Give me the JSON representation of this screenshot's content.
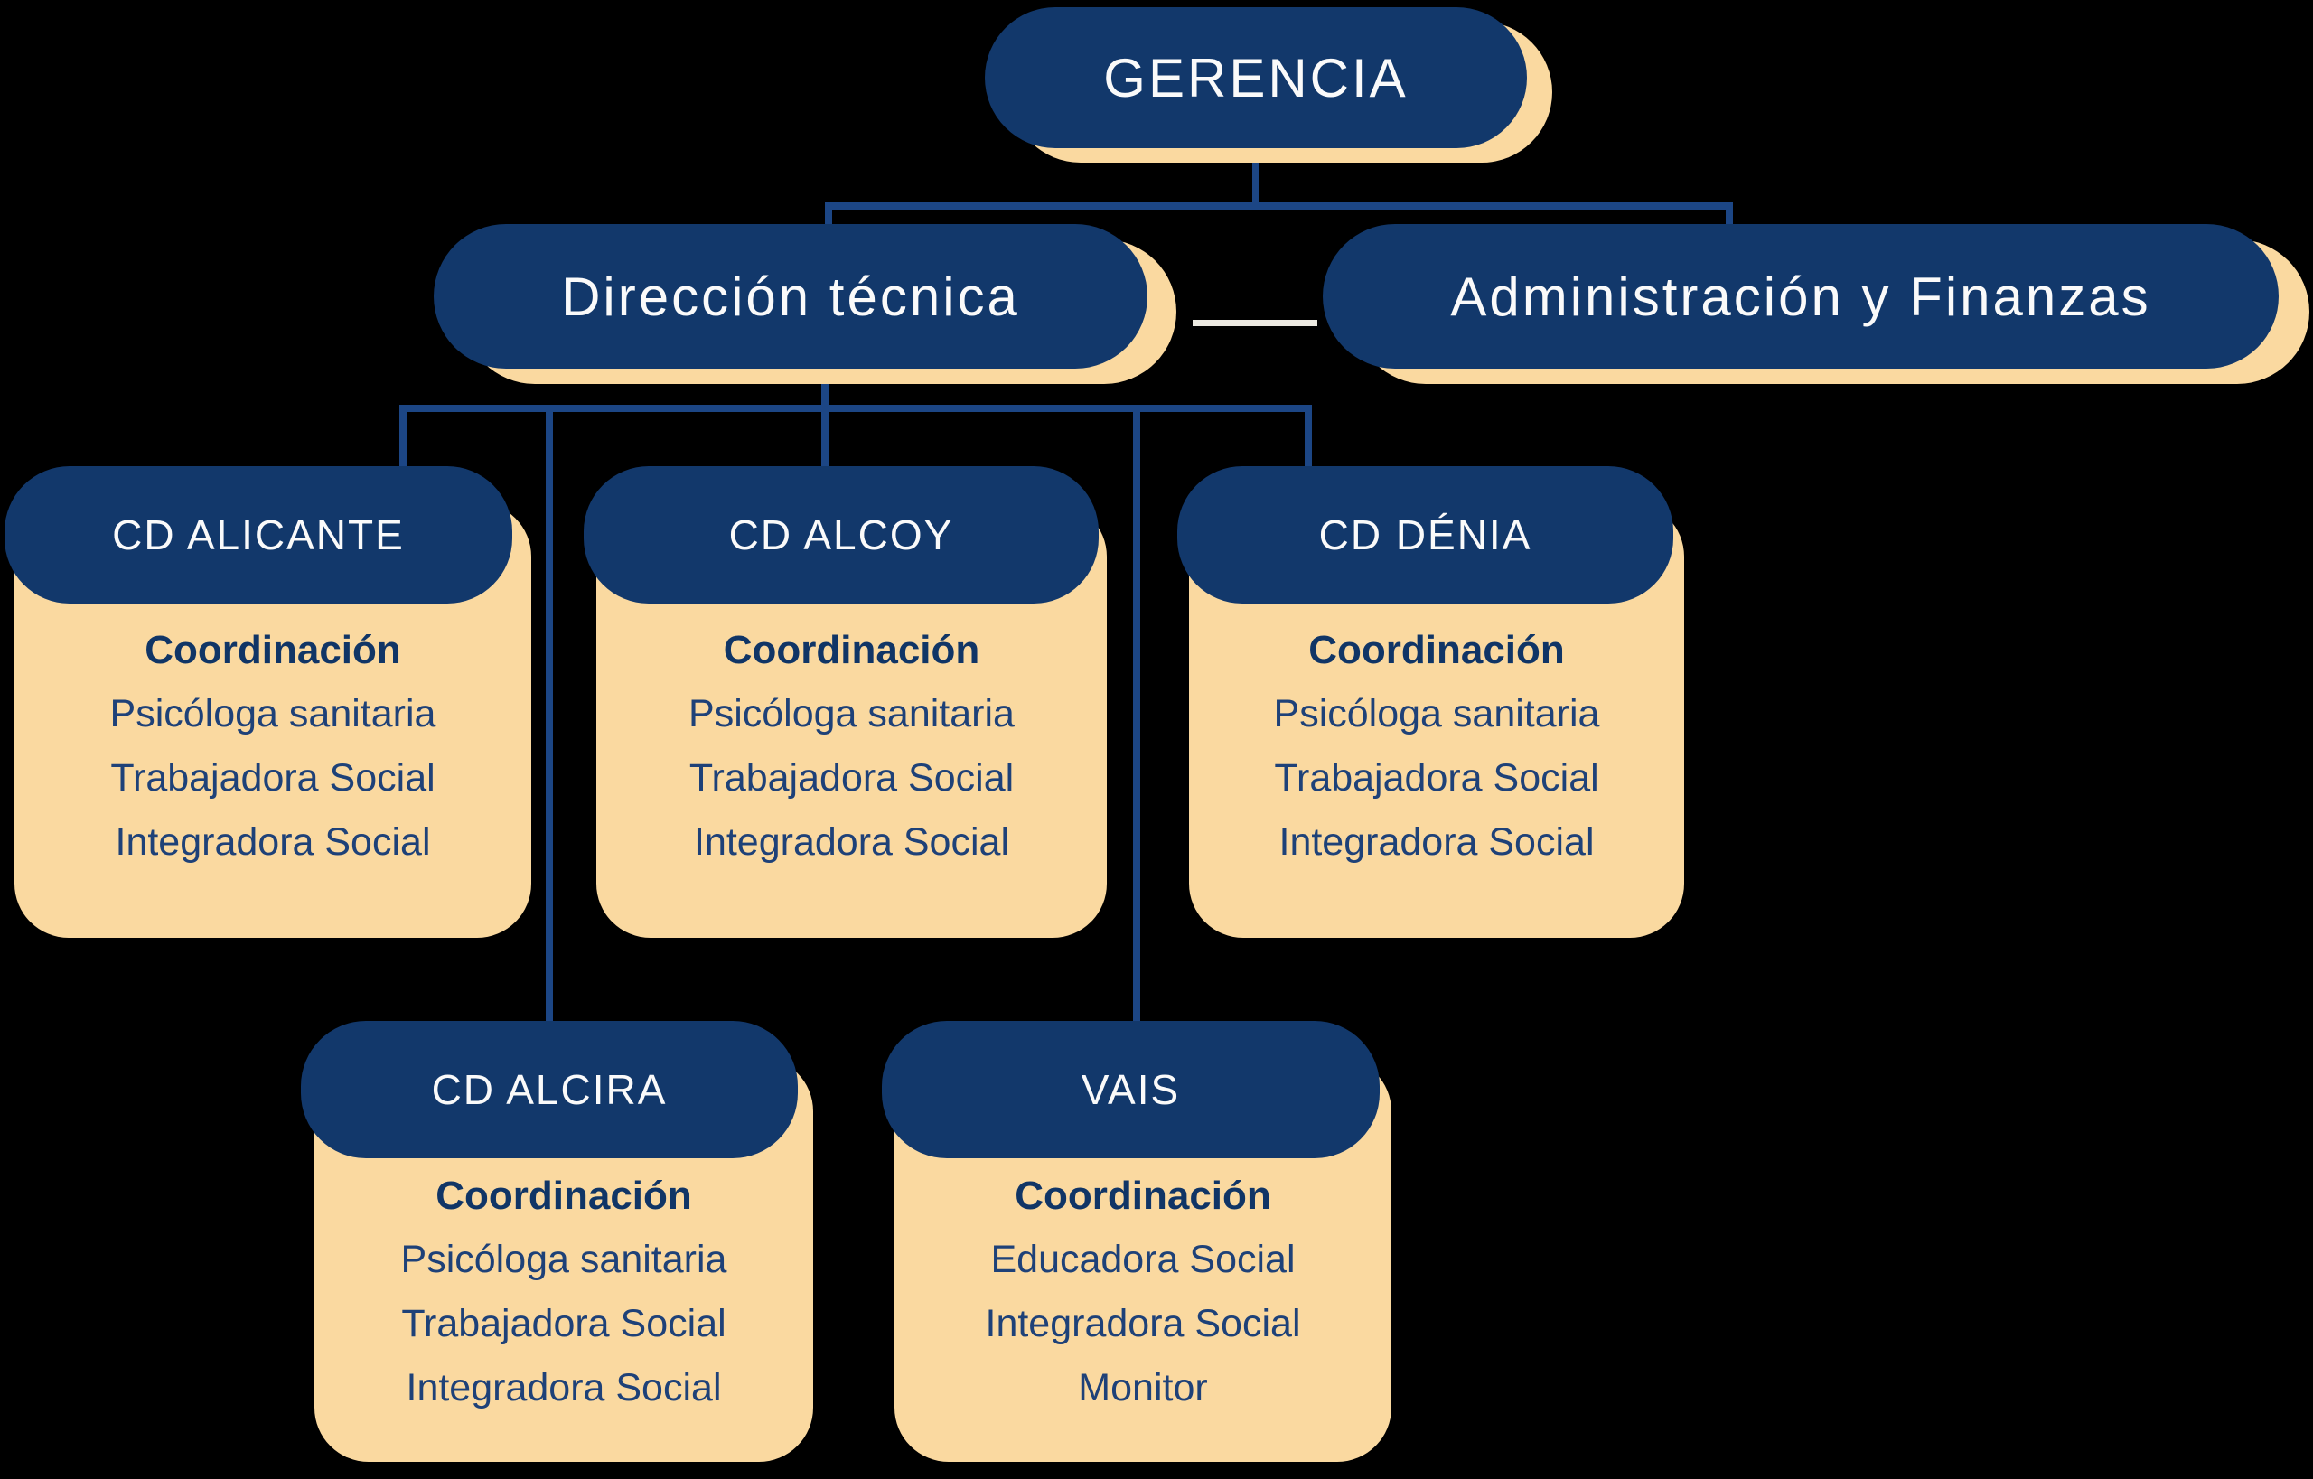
{
  "colors": {
    "background": "#000000",
    "navy": "#12386b",
    "cream": "#fad9a0",
    "connector": "#1c4685",
    "connector_light": "#ece9e1",
    "header_text": "#fafafa",
    "lead_text": "#103566",
    "role_text": "#1e4178"
  },
  "nodes": {
    "root": {
      "label": "GERENCIA"
    },
    "branches": [
      {
        "label": "Dirección técnica"
      },
      {
        "label": "Administración y Finanzas"
      }
    ],
    "centers": [
      {
        "title": "CD ALICANTE",
        "lead": "Coordinación",
        "roles": [
          "Psicóloga sanitaria",
          "Trabajadora Social",
          "Integradora Social"
        ]
      },
      {
        "title": "CD ALCOY",
        "lead": "Coordinación",
        "roles": [
          "Psicóloga sanitaria",
          "Trabajadora Social",
          "Integradora Social"
        ]
      },
      {
        "title": "CD DÉNIA",
        "lead": "Coordinación",
        "roles": [
          "Psicóloga sanitaria",
          "Trabajadora Social",
          "Integradora Social"
        ]
      },
      {
        "title": "CD ALCIRA",
        "lead": "Coordinación",
        "roles": [
          "Psicóloga sanitaria",
          "Trabajadora Social",
          "Integradora Social"
        ]
      },
      {
        "title": "VAIS",
        "lead": "Coordinación",
        "roles": [
          "Educadora Social",
          "Integradora Social",
          "Monitor"
        ]
      }
    ]
  }
}
